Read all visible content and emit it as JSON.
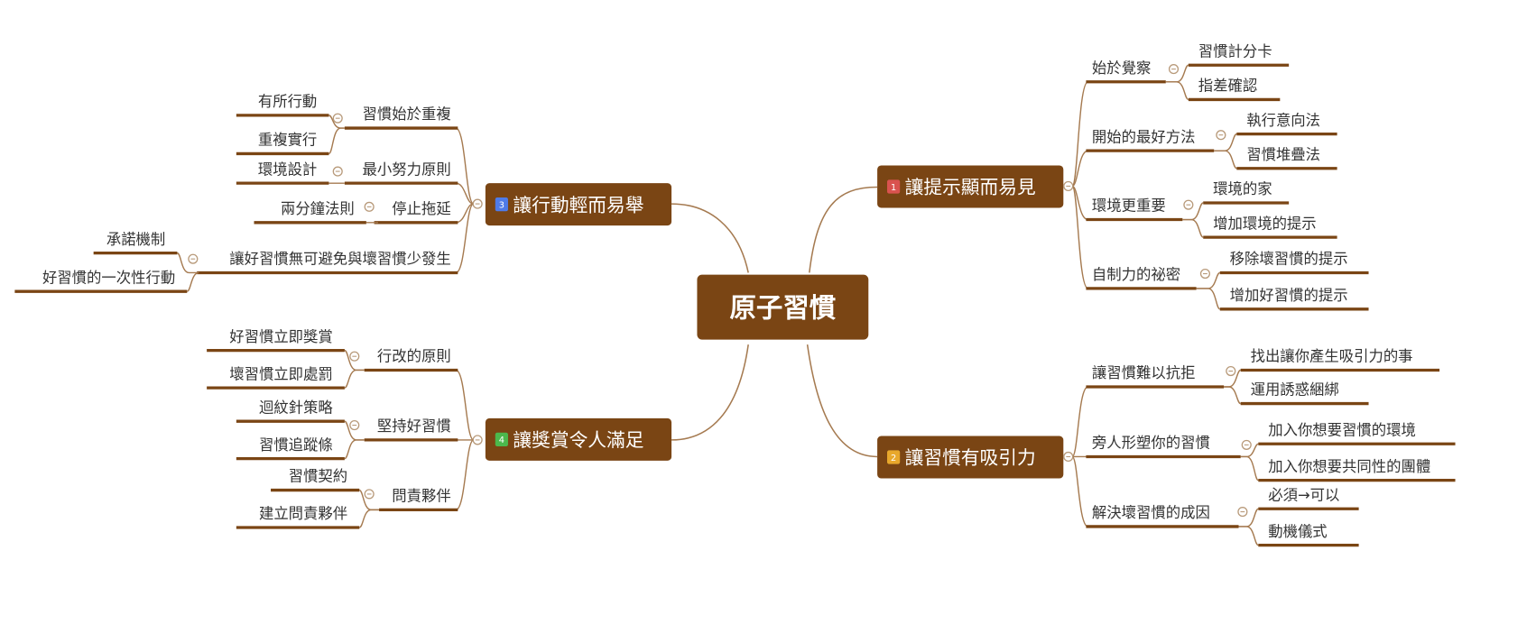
{
  "central": "原子習慣",
  "colors": {
    "topic": "#7a4514",
    "line": "#a57a50",
    "underline": "#7a4514",
    "badges": [
      "#d9534f",
      "#e8a82c",
      "#4f7be8",
      "#4cb84c"
    ]
  },
  "branches": [
    {
      "badge": "1",
      "label": "讓提示顯而易見",
      "children": [
        {
          "label": "始於覺察",
          "children": [
            "習慣計分卡",
            "指差確認"
          ]
        },
        {
          "label": "開始的最好方法",
          "children": [
            "執行意向法",
            "習慣堆疊法"
          ]
        },
        {
          "label": "環境更重要",
          "children": [
            "環境的家",
            "增加環境的提示"
          ]
        },
        {
          "label": "自制力的祕密",
          "children": [
            "移除壞習慣的提示",
            "增加好習慣的提示"
          ]
        }
      ]
    },
    {
      "badge": "2",
      "label": "讓習慣有吸引力",
      "children": [
        {
          "label": "讓習慣難以抗拒",
          "children": [
            "找出讓你產生吸引力的事",
            "運用誘惑綑綁"
          ]
        },
        {
          "label": "旁人形塑你的習慣",
          "children": [
            "加入你想要習慣的環境",
            "加入你想要共同性的團體"
          ]
        },
        {
          "label": "解決壞習慣的成因",
          "children": [
            "必須→可以",
            "動機儀式"
          ]
        }
      ]
    },
    {
      "badge": "3",
      "label": "讓行動輕而易舉",
      "children": [
        {
          "label": "習慣始於重複",
          "children": [
            "有所行動",
            "重複實行"
          ]
        },
        {
          "label": "最小努力原則",
          "children": [
            "環境設計"
          ]
        },
        {
          "label": "停止拖延",
          "children": [
            "兩分鐘法則"
          ]
        },
        {
          "label": "讓好習慣無可避免與壞習慣少發生",
          "children": [
            "承諾機制",
            "好習慣的一次性行動"
          ]
        }
      ]
    },
    {
      "badge": "4",
      "label": "讓獎賞令人滿足",
      "children": [
        {
          "label": "行改的原則",
          "children": [
            "好習慣立即獎賞",
            "壞習慣立即處罰"
          ]
        },
        {
          "label": "堅持好習慣",
          "children": [
            "迴紋針策略",
            "習慣追蹤條"
          ]
        },
        {
          "label": "問責夥伴",
          "children": [
            "習慣契約",
            "建立問責夥伴"
          ]
        }
      ]
    }
  ]
}
